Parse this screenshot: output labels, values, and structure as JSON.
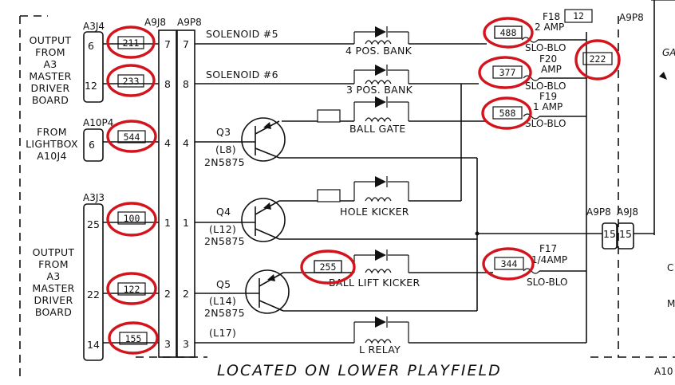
{
  "left_labels": {
    "output_a3_top": [
      "OUTPUT",
      "FROM",
      "A3",
      "MASTER",
      "DRIVER",
      "BOARD"
    ],
    "from_lightbox": [
      "FROM",
      "LIGHTBOX",
      "A10J4"
    ],
    "output_a3_bottom": [
      "OUTPUT",
      "FROM",
      "A3",
      "MASTER",
      "DRIVER",
      "BOARD"
    ]
  },
  "connectors": {
    "a3j4": "A3J4",
    "a10p4": "A10P4",
    "a3j3": "A3J3",
    "a9j8": "A9J8",
    "a9p8": "A9P8",
    "a9p8_right": "A9P8",
    "a9j8_right": "A9J8",
    "a9p8_top_right": "A9P8",
    "a10_bottom_right": "A10"
  },
  "pins": {
    "j4_6": "6",
    "j4_12": "12",
    "p4_6": "6",
    "j3_25": "25",
    "j3_22": "22",
    "j3_14": "14",
    "a_7": "7",
    "b_7": "7",
    "a_8": "8",
    "b_8": "8",
    "a_4": "4",
    "b_4": "4",
    "a_1": "1",
    "b_1": "1",
    "a_2": "2",
    "b_2": "2",
    "a_3": "3",
    "b_3": "3",
    "r_15a": "15",
    "r_15b": "15"
  },
  "wire_ids": {
    "w211": "211",
    "w233": "233",
    "w544": "544",
    "w100": "100",
    "w122": "122",
    "w155": "155",
    "w488": "488",
    "w377": "377",
    "w588": "588",
    "w255": "255",
    "w344": "344",
    "w222": "222",
    "w12": "12"
  },
  "signals": {
    "sol5": "SOLENOID #5",
    "sol6": "SOLENOID #6",
    "l17": "(L17)"
  },
  "loads": {
    "bank4": "4 POS. BANK",
    "bank3": "3 POS. BANK",
    "ball_gate": "BALL GATE",
    "hole_kicker": "HOLE KICKER",
    "ball_lift": "BALL LIFT KICKER",
    "relay": "L RELAY"
  },
  "transistors": [
    {
      "ref": "Q3",
      "lamp": "(L8)",
      "part": "2N5875"
    },
    {
      "ref": "Q4",
      "lamp": "(L12)",
      "part": "2N5875"
    },
    {
      "ref": "Q5",
      "lamp": "(L14)",
      "part": "2N5875"
    }
  ],
  "fuses": {
    "f18": "F18",
    "f18_rating": "2 AMP",
    "f18_type": "SLO-BLO",
    "f20": "F20",
    "f20_rating": "AMP",
    "f20_type": "SLO-BLO",
    "f19": "F19",
    "f19_rating": "1 AMP",
    "f19_type": "SLO-BLO",
    "f17": "F17",
    "f17_rating": "1/4AMP",
    "f17_type": "SLO-BLO"
  },
  "right_edge": {
    "ga": "GA",
    "m": "M",
    "c": "C"
  },
  "footer": "LOCATED ON LOWER PLAYFIELD",
  "colors": {
    "ink": "#111111",
    "highlight": "#d3141c"
  }
}
